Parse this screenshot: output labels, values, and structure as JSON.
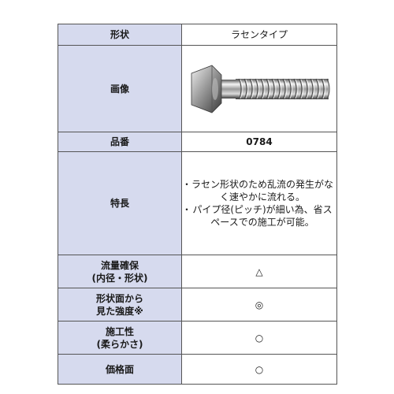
{
  "rows": [
    {
      "label": "形状",
      "value": "ラセンタイプ"
    },
    {
      "label": "画像",
      "image_alt": "spiral-hose-fitting"
    },
    {
      "label": "品番",
      "value": "0784"
    },
    {
      "label": "特長",
      "features": [
        {
          "bullet": "・",
          "text": "ラセン形状のため乱流の発生がなく速やかに流れる。"
        },
        {
          "bullet": "・",
          "text": "パイプ径(ピッチ)が細い為、省スペースでの施工が可能。"
        }
      ]
    },
    {
      "label_lines": [
        "流量確保",
        "(内径・形状)"
      ],
      "value": "△"
    },
    {
      "label_lines": [
        "形状面から",
        "見た強度※"
      ],
      "value": "◎"
    },
    {
      "label_lines": [
        "施工性",
        "(柔らかさ)"
      ],
      "value": "○"
    },
    {
      "label": "価格面",
      "value": "○"
    }
  ]
}
